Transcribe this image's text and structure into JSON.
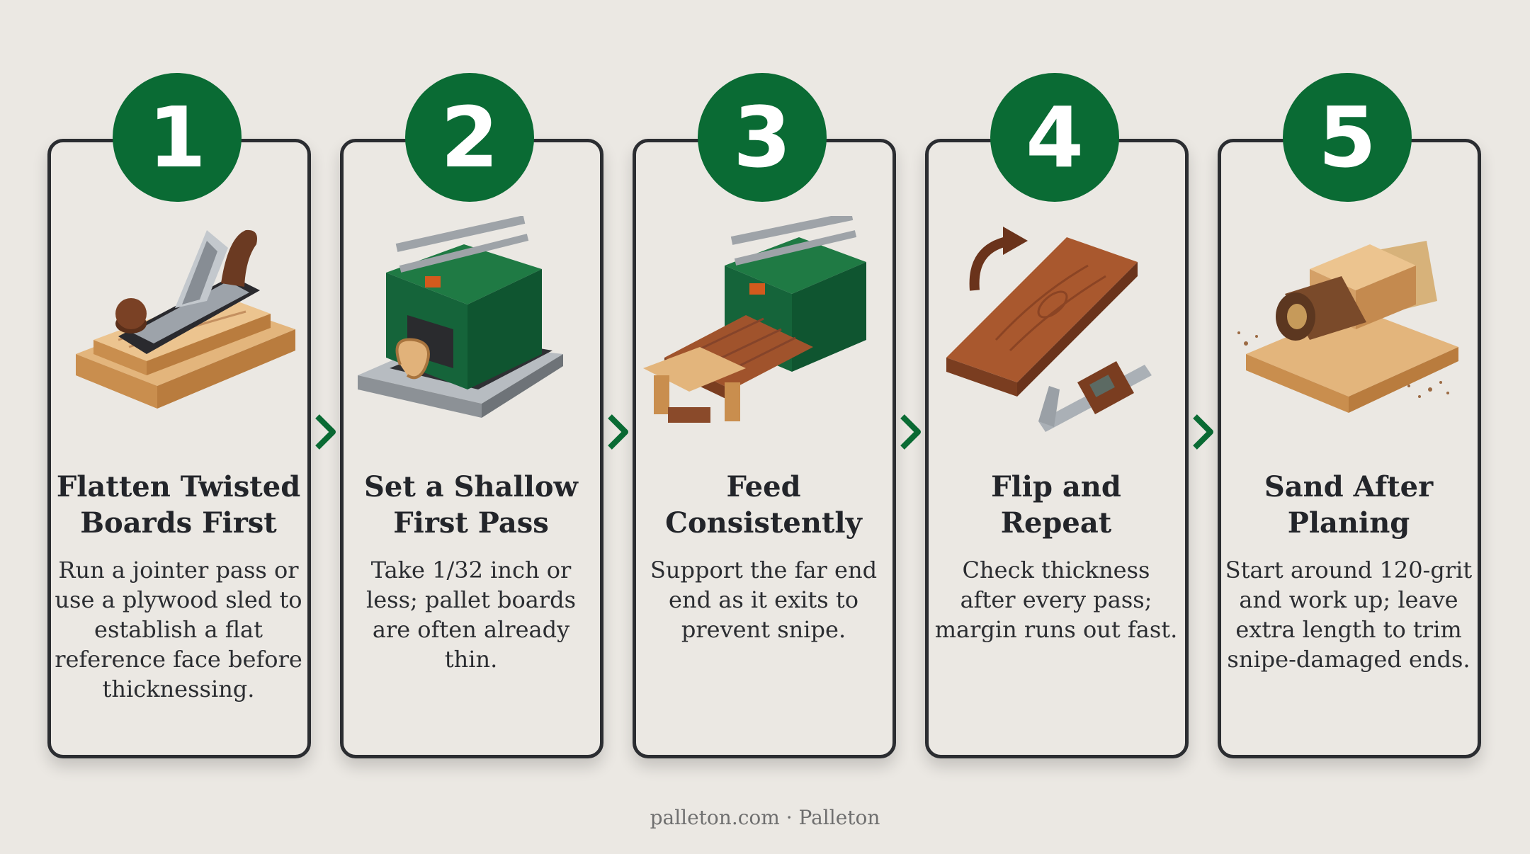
{
  "steps": [
    {
      "number": "1",
      "title": "Flatten Twisted Boards First",
      "desc": "Run a jointer pass or use a plywood sled to establish a flat reference face before thicknessing.",
      "icon": "hand-plane-icon"
    },
    {
      "number": "2",
      "title": "Set a Shallow First Pass",
      "desc": "Take 1/32 inch or less; pallet boards are often already thin.",
      "icon": "thickness-planer-icon"
    },
    {
      "number": "3",
      "title": "Feed Consistently",
      "desc": "Support the far end end as it exits to prevent snipe.",
      "icon": "planer-with-support-icon"
    },
    {
      "number": "4",
      "title": "Flip and Repeat",
      "desc": "Check thickness after every pass; margin runs out fast.",
      "icon": "flip-board-caliper-icon"
    },
    {
      "number": "5",
      "title": "Sand After Planing",
      "desc": "Start around 120-grit and work up; leave extra length to trim snipe-damaged ends.",
      "icon": "sandpaper-roll-icon"
    }
  ],
  "footer": "palleton.com · Palleton",
  "colors": {
    "accent": "#0a6b34",
    "border": "#2b2d31",
    "background": "#ebe8e3"
  }
}
